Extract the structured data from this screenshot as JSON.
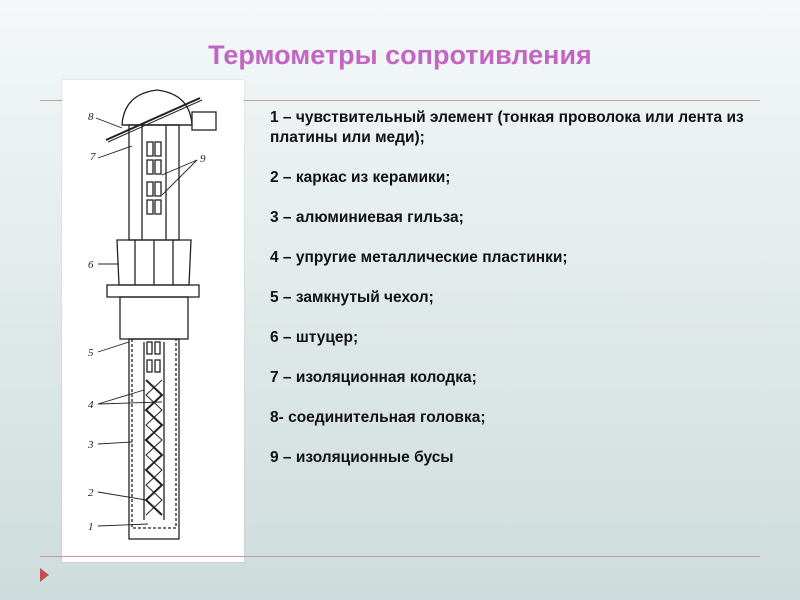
{
  "slide": {
    "title": "Термометры сопротивления",
    "legend": [
      "1 – чувствительный элемент (тонкая проволока или лента из платины или меди);",
      "2 – каркас из керамики;",
      "3 – алюминиевая гильза;",
      "4 – упругие металлические пластинки;",
      "5 – замкнутый чехол;",
      "6 – штуцер;",
      "7 – изоляционная колодка;",
      "8- соединительная головка;",
      "9 – изоляционные бусы"
    ]
  },
  "drawing": {
    "labels": [
      "8",
      "7",
      "9",
      "6",
      "5",
      "4",
      "3",
      "2",
      "1"
    ]
  },
  "colors": {
    "title": "#c266c4",
    "rule": "#c59a9a",
    "nav_arrow": "#c0504d"
  },
  "icons": {
    "nav": "triangle-right-icon"
  }
}
